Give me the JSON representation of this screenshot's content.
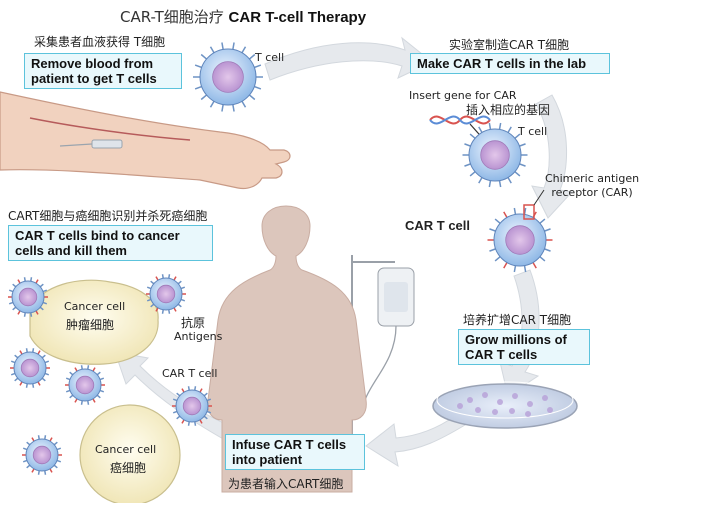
{
  "title": {
    "cn": "CAR-T细胞治疗",
    "en": "CAR T-cell Therapy"
  },
  "steps": [
    {
      "cn": "采集患者血液获得 T细胞",
      "label": "Remove blood from patient to get T cells"
    },
    {
      "cn": "实验室制造CAR T细胞",
      "label": "Make CAR T cells in the lab"
    },
    {
      "cn": "培养扩增CAR T细胞",
      "label": "Grow millions of CAR T cells"
    },
    {
      "cn": "为患者输入CART细胞",
      "label": "Infuse CAR T cells into patient"
    },
    {
      "cn": "CART细胞与癌细胞识别并杀死癌细胞",
      "label": "CAR T cells bind to cancer cells and kill them"
    }
  ],
  "labels": {
    "t_cell": "T cell",
    "insert_gene_en": "Insert gene for CAR",
    "insert_gene_cn": "插入相应的基因",
    "t_cell_2": "T cell",
    "chimeric_en": "Chimeric antigen receptor (CAR)",
    "car_t_cell": "CAR T cell",
    "car_t_cell_small": "CAR T cell",
    "cancer_cell_en": "Cancer cell",
    "cancer_cell_cn": "肿瘤细胞",
    "antigen_cn": "抗原",
    "antigen_en": "Antigens",
    "cancer_cell2_en": "Cancer cell",
    "cancer_cell2_cn": "癌细胞"
  },
  "colors": {
    "box_fill": "#e9f8fc",
    "box_border": "#5cc3dc",
    "arrow": "#e3e6ea",
    "cell_blue": "#8fb8e6",
    "nucleus": "#c9a3d6",
    "skin": "#f1d2bf",
    "body_silhouette": "#d9c3ba",
    "cancer_cell": "#f5efc9"
  }
}
